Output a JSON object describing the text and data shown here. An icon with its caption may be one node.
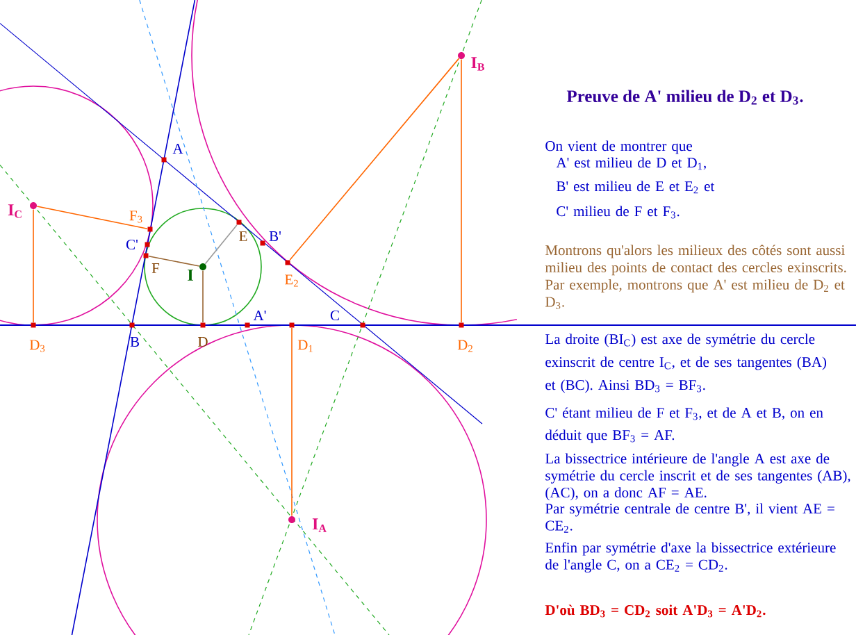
{
  "diagram": {
    "title": "Preuve de A' milieu de D$_{2}$ et D$_{3}$.",
    "nodes": [
      {
        "text": [
          "I$_{B}$"
        ]
      },
      {
        "text": [
          "A"
        ]
      },
      {
        "text": [
          "I$_{C}$"
        ]
      },
      {
        "text": [
          "F$_{3}$"
        ]
      },
      {
        "text": [
          "E"
        ]
      },
      {
        "text": [
          "B'"
        ]
      },
      {
        "text": [
          "C'"
        ]
      },
      {
        "text": [
          "F"
        ]
      },
      {
        "text": [
          "E$_{2}$"
        ]
      },
      {
        "text": [
          "I"
        ]
      },
      {
        "text": [
          "D$_{3}$"
        ]
      },
      {
        "text": [
          "B"
        ]
      },
      {
        "text": [
          "D"
        ]
      },
      {
        "text": [
          "A'"
        ]
      },
      {
        "text": [
          "D$_{1}$"
        ]
      },
      {
        "text": [
          "C"
        ]
      },
      {
        "text": [
          "D$_{2}$"
        ]
      },
      {
        "text": [
          "I$_{A}$"
        ]
      }
    ],
    "edges": [
      {
        "from": 2,
        "to": 3,
        "arrow": "none"
      },
      {
        "from": 2,
        "to": 10,
        "arrow": "none"
      },
      {
        "from": 0,
        "to": 8,
        "arrow": "none"
      },
      {
        "from": 0,
        "to": 16,
        "arrow": "none"
      },
      {
        "from": 17,
        "to": 14,
        "arrow": "none"
      },
      {
        "from": 9,
        "to": 7,
        "arrow": "none",
        "color": "#996633"
      },
      {
        "from": 9,
        "to": 12,
        "arrow": "none",
        "color": "#996633"
      },
      {
        "from": 9,
        "to": 4,
        "arrow": "none",
        "color": "#999999"
      }
    ],
    "labels": [
      "On vient de montrer que",
      "A' est milieu de D et D$_{1}$,",
      "B' est milieu de E et E$_{2}$ et",
      "C' milieu de F et F$_{3}$.",
      "Montrons qu'alors les milieux des côtés sont aussi milieu des points de contact des cercles exinscrits. Par exemple, montrons que A' est milieu de D$_{2}$ et D$_{3}$.",
      "La droite (BI$_{C}$) est axe de symétrie du cercle exinscrit de centre I$_{C}$, et de ses tangentes (BA) et (BC). Ainsi BD$_{3}$ = BF$_{3}$.",
      "C' étant milieu de F et F$_{3}$, et de A et B, on en déduit que BF$_{3}$ = AF.",
      "La bissectrice intérieure de l'angle A est axe de symétrie du cercle inscrit et de ses tangentes (AB), (AC), on a donc AF = AE.",
      "Par symétrie centrale de centre B', il vient AE = CE$_{2}$.",
      "Enfin par symétrie d'axe la bissectrice extérieure de l'angle C, on a CE$_{2}$ = CD$_{2}$.",
      "D'où BD$_{3}$ = CD$_{2}$ soit A'D$_{3}$ = A'D$_{2}$."
    ]
  }
}
